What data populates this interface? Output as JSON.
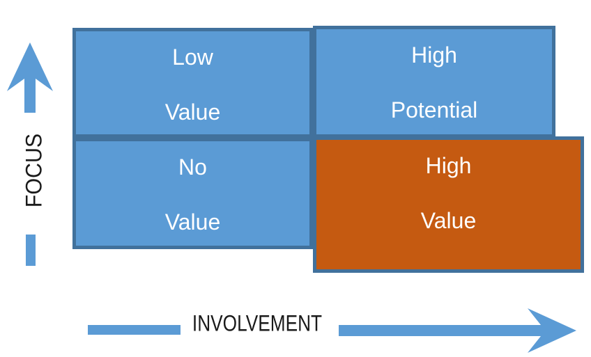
{
  "matrix": {
    "quadrants": [
      {
        "name": "low-value",
        "line1": "Low",
        "line2": "Value"
      },
      {
        "name": "high-potential",
        "line1": "High",
        "line2": "Potential"
      },
      {
        "name": "no-value",
        "line1": "No",
        "line2": "Value"
      },
      {
        "name": "high-value",
        "line1": "High",
        "line2": "Value"
      }
    ]
  },
  "axes": {
    "y": {
      "label": "FOCUS"
    },
    "x": {
      "label": "INVOLVEMENT"
    }
  },
  "colors": {
    "quadrant_blue": "#5B9BD5",
    "quadrant_orange": "#C55A11",
    "quadrant_border": "#41719C",
    "arrow_blue": "#5B9BD5",
    "axis_label_text": "#1A1A1A",
    "quadrant_text": "#FFFFFF",
    "background": "#FFFFFF"
  }
}
